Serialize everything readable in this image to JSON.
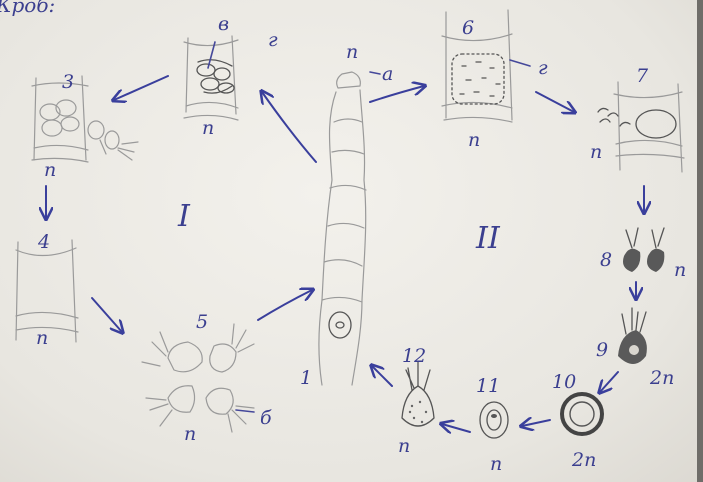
{
  "header": {
    "text": "Кроб:"
  },
  "labels": {
    "v": "в",
    "g_left": "г",
    "n_stage_v": "n",
    "num3": "3",
    "n_stage_3": "n",
    "num4": "4",
    "n_stage_4": "n",
    "num5": "5",
    "b": "б",
    "n_stage_5": "n",
    "num1": "1",
    "n_filament": "n",
    "a": "а",
    "num6": "6",
    "g_right": "г",
    "n_stage_6": "n",
    "num7": "7",
    "n_stage_7": "n",
    "num8": "8",
    "n_stage_8": "n",
    "num9": "9",
    "twon_stage_9": "2n",
    "num10": "10",
    "twon_stage_10": "2n",
    "num11": "11",
    "n_stage_11": "n",
    "num12": "12",
    "n_stage_12": "n",
    "phase_i": "I",
    "phase_ii": "II"
  }
}
